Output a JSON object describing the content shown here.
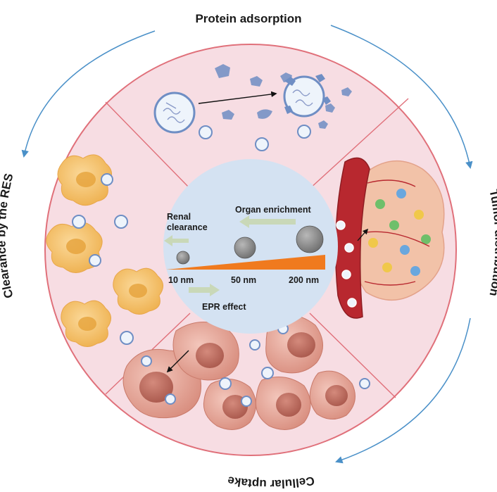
{
  "outer_labels": {
    "protein_adsorption": "Protein adsorption",
    "tumor_distribution": "Tumor distribution",
    "cellular_uptake": "Cellular uptake",
    "clearance_res": "Clearance by the RES"
  },
  "center": {
    "renal_clearance_line1": "Renal",
    "renal_clearance_line2": "clearance",
    "organ_enrichment": "Organ enrichment",
    "epr_effect": "EPR effect",
    "sizes": [
      "10 nm",
      "50 nm",
      "200 nm"
    ]
  },
  "colors": {
    "ring_border": "#e0707a",
    "ring_fill": "#f7dde3",
    "center_fill": "#d4e2f2",
    "arrow_blue": "#4a90c8",
    "size_wedge": "#f07a1e",
    "hint_arrow": "#c9d8b8",
    "vessel_red": "#b8282f",
    "tumor_fill": "#f2c2a8",
    "macrophage": "#f4c36a",
    "cell_pink": "#e8a89a"
  }
}
